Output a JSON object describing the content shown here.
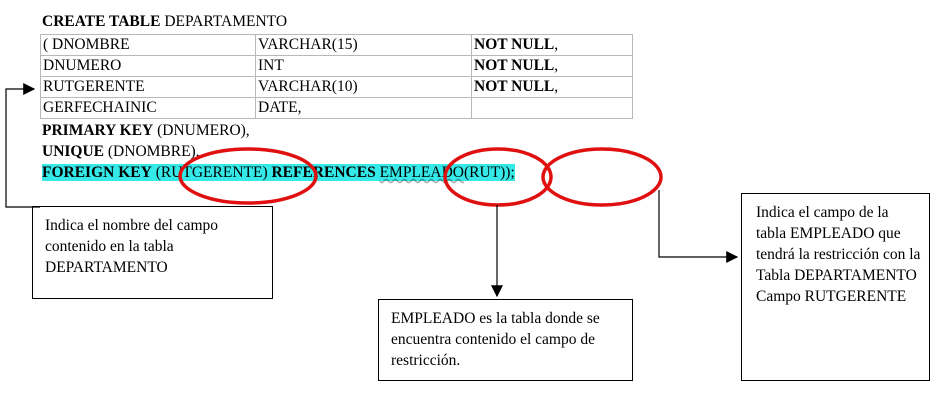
{
  "sql": {
    "create_keyword": "CREATE TABLE",
    "table_name": "DEPARTAMENTO",
    "columns": [
      {
        "name": "( DNOMBRE",
        "type": "VARCHAR(15)",
        "constraint": "NOT NULL",
        "suffix": ","
      },
      {
        "name": "DNUMERO",
        "type": "INT",
        "constraint": "NOT NULL",
        "suffix": ","
      },
      {
        "name": "RUTGERENTE",
        "type": "VARCHAR(10)",
        "constraint": "NOT NULL",
        "suffix": ","
      },
      {
        "name": "GERFECHAINIC",
        "type": "DATE,",
        "constraint": "",
        "suffix": ""
      }
    ],
    "primary_key": {
      "keyword": "PRIMARY KEY",
      "value": "(DNUMERO),"
    },
    "unique": {
      "keyword": "UNIQUE",
      "value": "(DNOMBRE),"
    },
    "foreign_key": {
      "keyword": "FOREIGN KEY",
      "column": "(RUTGERENTE)",
      "references_keyword": "REFERENCES",
      "ref_table": "EMPLEADO",
      "ref_column": "(RUT));"
    },
    "highlight_color": "#35e9e9"
  },
  "annotations": {
    "left": "Indica el nombre del campo contenido en la tabla DEPARTAMENTO",
    "middle": "EMPLEADO es la tabla donde se encuentra contenido el campo de restricción.",
    "right": "Indica el campo de la tabla EMPLEADO que tendrá la restricción con la Tabla DEPARTAMENTO Campo RUTGERENTE"
  },
  "ellipse_color": "#e01010"
}
